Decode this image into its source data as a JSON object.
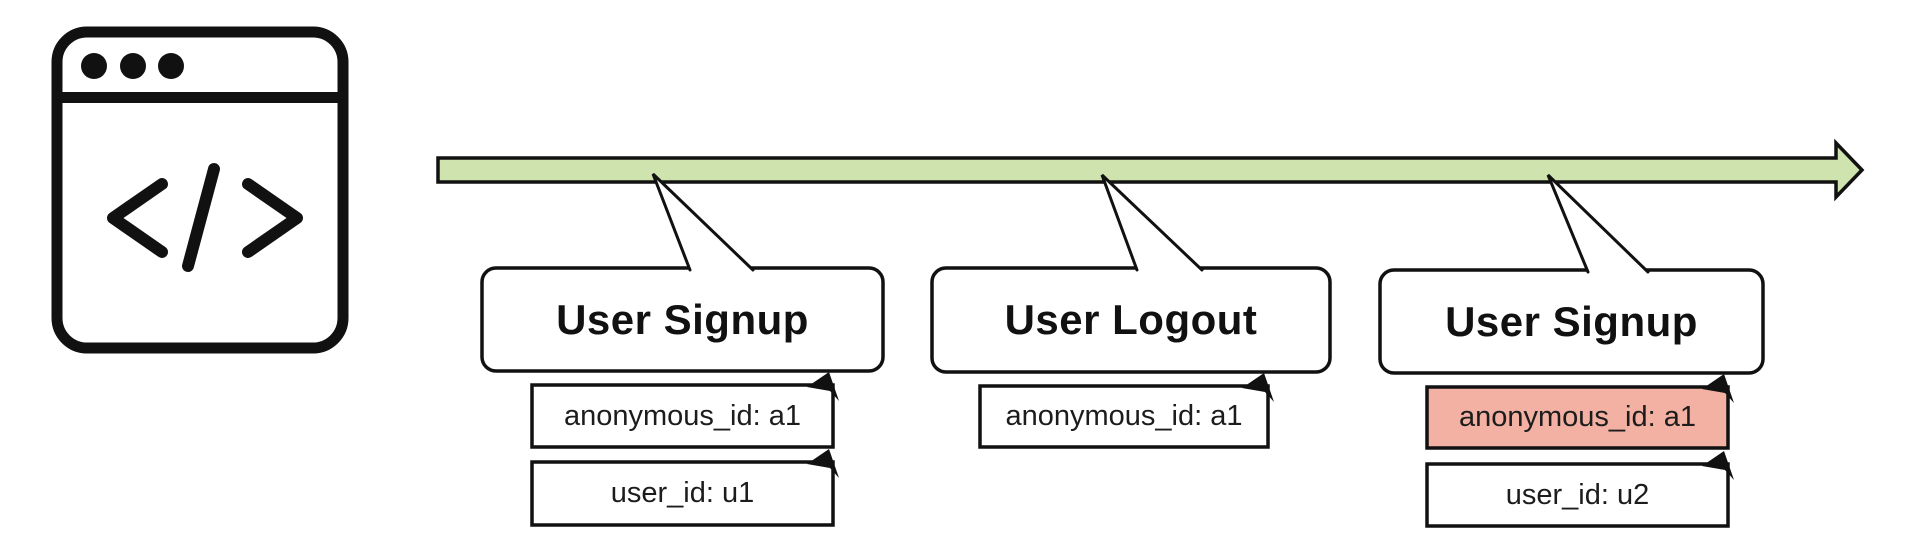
{
  "diagram": {
    "icon": {
      "name": "browser-code-window",
      "glyph": "</>"
    },
    "timeline": {
      "description": "event timeline",
      "direction": "left-to-right"
    },
    "events": [
      {
        "label": "User Signup",
        "notes": [
          {
            "text": "anonymous_id: a1",
            "highlighted": false
          },
          {
            "text": "user_id: u1",
            "highlighted": false
          }
        ]
      },
      {
        "label": "User Logout",
        "notes": [
          {
            "text": "anonymous_id: a1",
            "highlighted": false
          }
        ]
      },
      {
        "label": "User Signup",
        "notes": [
          {
            "text": "anonymous_id: a1",
            "highlighted": true
          },
          {
            "text": "user_id: u2",
            "highlighted": false
          }
        ]
      }
    ],
    "colors": {
      "timeline_fill": "#cfe3ae",
      "highlight_fill": "#f2b1a2",
      "stroke": "#111111",
      "background": "#ffffff"
    }
  }
}
